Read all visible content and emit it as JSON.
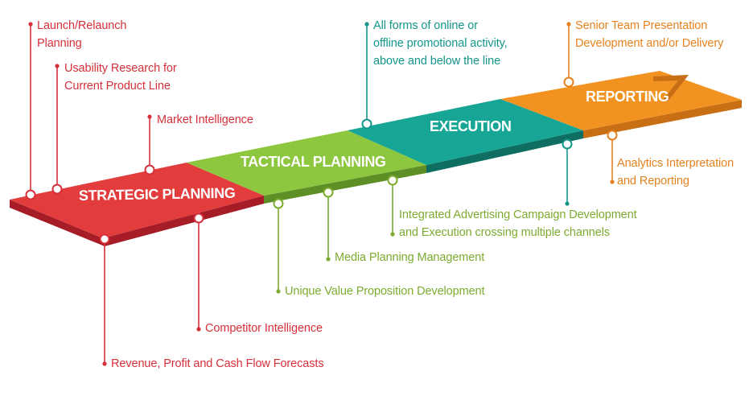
{
  "colors": {
    "strategic": "#e23c3c",
    "strategic_side": "#a61c27",
    "tactical": "#8dc63f",
    "tactical_side": "#5e8f26",
    "execution": "#17a695",
    "execution_side": "#0e6e62",
    "reporting": "#f29220",
    "reporting_side": "#c86e15",
    "label_red": "#d6303a",
    "label_green": "#7cab2f",
    "label_teal": "#14968a",
    "label_orange": "#e5821e"
  },
  "stages": [
    {
      "key": "strategic",
      "label": "STRATEGIC PLANNING"
    },
    {
      "key": "tactical",
      "label": "TACTICAL PLANNING"
    },
    {
      "key": "execution",
      "label": "EXECUTION"
    },
    {
      "key": "reporting",
      "label": "REPORTING"
    }
  ],
  "callouts": {
    "launch": "Launch/Relaunch\nPlanning",
    "usability": "Usability Research for\nCurrent Product Line",
    "market": "Market Intelligence",
    "revenue": "Revenue, Profit and Cash Flow Forecasts",
    "competitor": "Competitor Intelligence",
    "uvp": "Unique Value Proposition Development",
    "media": "Media Planning Management",
    "integrated": "Integrated Advertising Campaign Development\nand Execution crossing multiple channels",
    "promo": "All forms of online or\noffline promotional activity,\nabove and below the line",
    "senior": "Senior Team Presentation\nDevelopment and/or Delivery",
    "analytics": "Analytics Interpretation\nand Reporting"
  }
}
